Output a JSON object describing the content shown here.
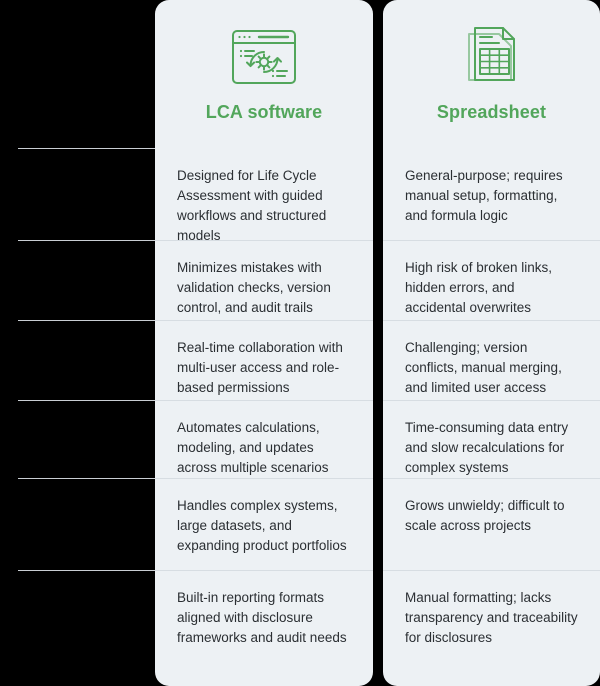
{
  "colors": {
    "accent_green": "#52a65b",
    "card_background": "#edf1f4",
    "page_background": "#000000",
    "body_text": "#2b2f33",
    "divider": "#d7dde2"
  },
  "columns": [
    {
      "id": "lca-software",
      "title": "LCA software",
      "icon": "browser-window-gear-refresh-icon"
    },
    {
      "id": "spreadsheet",
      "title": "Spreadsheet",
      "icon": "spreadsheet-documents-icon"
    }
  ],
  "rows": [
    {
      "lca": "Designed for Life Cycle Assessment with guided workflows and structured models",
      "spreadsheet": "General-purpose; requires manual setup, formatting, and formula logic"
    },
    {
      "lca": "Minimizes mistakes with validation checks, version control, and audit trails",
      "spreadsheet": "High risk of broken links, hidden errors, and accidental overwrites"
    },
    {
      "lca": "Real-time collaboration with multi-user access and role-based permissions",
      "spreadsheet": "Challenging; version conflicts, manual merging, and limited user access"
    },
    {
      "lca": "Automates calculations, modeling, and updates across multiple scenarios",
      "spreadsheet": "Time-consuming data entry and slow recalculations for complex systems"
    },
    {
      "lca": "Handles complex systems, large datasets, and expanding product portfolios",
      "spreadsheet": "Grows unwieldy; difficult to scale across projects"
    },
    {
      "lca": "Built-in reporting formats aligned with disclosure frameworks and audit needs",
      "spreadsheet": "Manual formatting; lacks transparency and traceability for disclosures"
    }
  ],
  "labels": {
    "header": "",
    "items": [
      "",
      "",
      "",
      "",
      "",
      ""
    ]
  }
}
